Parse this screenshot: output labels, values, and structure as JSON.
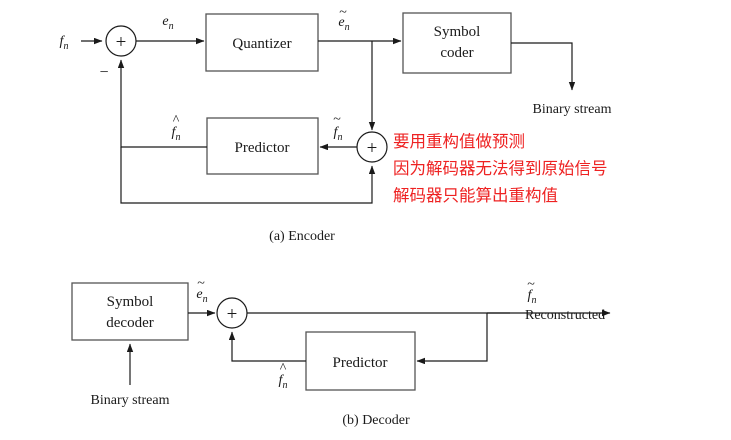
{
  "figure": {
    "encoder": {
      "caption": "(a) Encoder",
      "blocks": {
        "quantizer": "Quantizer",
        "symbol_coder_line1": "Symbol",
        "symbol_coder_line2": "coder",
        "predictor": "Predictor"
      },
      "signals": {
        "input": "f",
        "input_sub": "n",
        "error": "e",
        "error_sub": "n",
        "quantized_error": "e",
        "quantized_error_sub": "n",
        "prediction": "f",
        "prediction_sub": "n",
        "reconstructed": "f",
        "reconstructed_sub": "n",
        "minus_sign": "−",
        "adder_sign": "+",
        "output_label": "Binary stream"
      }
    },
    "decoder": {
      "caption": "(b) Decoder",
      "blocks": {
        "symbol_decoder_line1": "Symbol",
        "symbol_decoder_line2": "decoder",
        "predictor": "Predictor"
      },
      "signals": {
        "input_label": "Binary stream",
        "quantized_error": "e",
        "quantized_error_sub": "n",
        "prediction": "f",
        "prediction_sub": "n",
        "reconstructed": "f",
        "reconstructed_sub": "n",
        "reconstructed_text": "Reconstructed",
        "adder_sign": "+"
      }
    },
    "annotation": {
      "color": "#ee2222",
      "line1": "要用重构值做预测",
      "line2": "因为解码器无法得到原始信号",
      "line3": "解码器只能算出重构值"
    }
  }
}
